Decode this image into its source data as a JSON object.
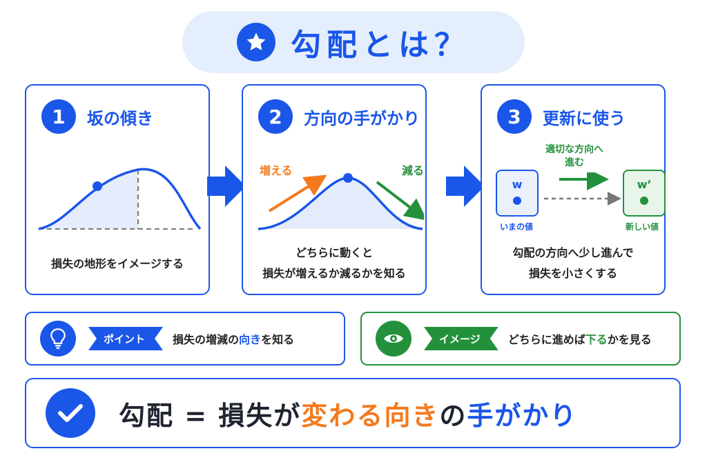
{
  "title": "勾配とは？",
  "steps": [
    {
      "number": "1",
      "title": "坂の傾き",
      "desc": [
        "損失の地形をイメージする"
      ]
    },
    {
      "number": "2",
      "title": "方向の手がかり",
      "desc": [
        "どちらに動くと",
        "損失が増えるか減るかを知る"
      ],
      "label_up": "増える",
      "label_down": "減る"
    },
    {
      "number": "3",
      "title": "更新に使う",
      "desc": [
        "勾配の方向へ少し進んで",
        "損失を小さくする"
      ],
      "arrow_label": [
        "適切な方向へ",
        "進む"
      ],
      "w_now": "w",
      "w_now_caption": "いまの値",
      "w_new": "w’",
      "w_new_caption": "新しい値"
    }
  ],
  "point_bar": {
    "tag": "ポイント",
    "text_before": "損失の増減の",
    "text_highlight1": "向",
    "text_highlight2": "き",
    "text_after": "を知る"
  },
  "image_bar": {
    "tag": "イメージ",
    "text_before": "どちらに進めば",
    "text_highlight": "下る",
    "text_after": "かを見る"
  },
  "summary": {
    "part1": "勾配 = 損失が",
    "part2": "変わる向き",
    "part3": "の",
    "part4": "手がかり"
  },
  "colors": {
    "blue": "#1a56e8",
    "orange": "#f47a1e",
    "green": "#23913c"
  }
}
